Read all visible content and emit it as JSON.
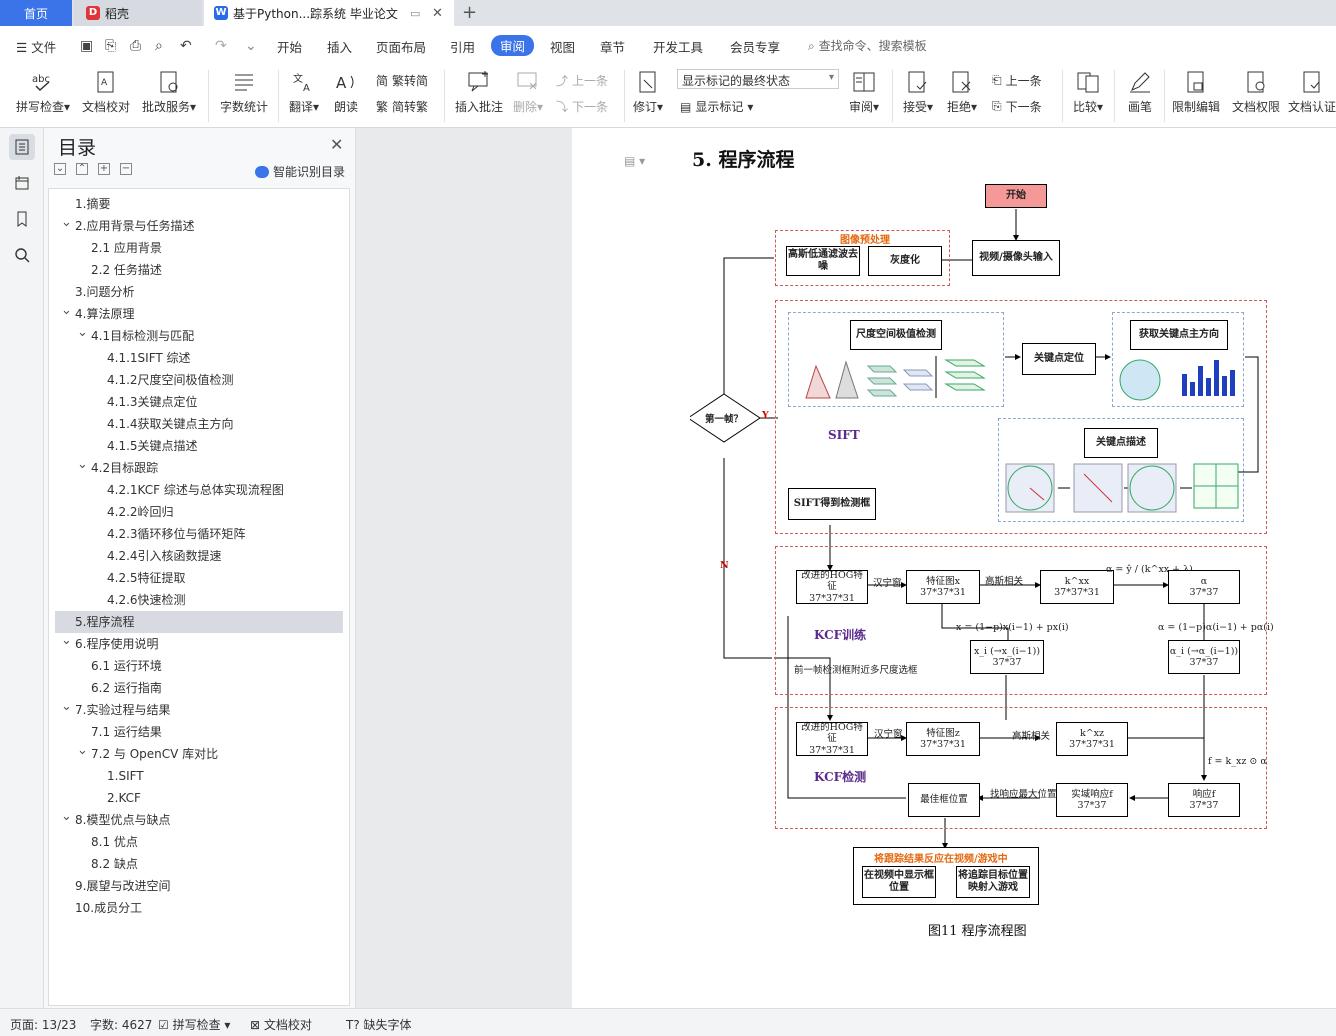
{
  "tabs": {
    "home": "首页",
    "daoke": "稻壳",
    "document": "基于Python...踪系统 毕业论文"
  },
  "menu": {
    "file": "文件",
    "items": [
      "开始",
      "插入",
      "页面布局",
      "引用",
      "审阅",
      "视图",
      "章节",
      "开发工具",
      "会员专享"
    ],
    "active": "审阅",
    "search_placeholder": "查找命令、搜索模板"
  },
  "ribbon": {
    "spellcheck": "拼写检查",
    "doc_proof": "文档校对",
    "batch_service": "批改服务",
    "word_count": "字数统计",
    "translate": "翻译",
    "read_aloud": "朗读",
    "trad": "繁转简",
    "simp": "简转繁",
    "insert_comment": "插入批注",
    "delete": "删除",
    "prev": "上一条",
    "next": "下一条",
    "revise": "修订",
    "markup_state": "显示标记的最终状态",
    "show_markup": "显示标记",
    "review": "审阅",
    "accept": "接受",
    "reject": "拒绝",
    "prev2": "上一条",
    "next2": "下一条",
    "compare": "比较",
    "pen": "画笔",
    "restrict_edit": "限制编辑",
    "doc_rights": "文档权限",
    "doc_auth": "文档认证"
  },
  "toc": {
    "title": "目录",
    "smart": "智能识别目录",
    "selected_index": 19,
    "items": [
      {
        "label": "1.摘要",
        "level": 1,
        "arrow": ""
      },
      {
        "label": "2.应用背景与任务描述",
        "level": 1,
        "arrow": "v"
      },
      {
        "label": "2.1 应用背景",
        "level": 2,
        "arrow": ""
      },
      {
        "label": "2.2 任务描述",
        "level": 2,
        "arrow": ""
      },
      {
        "label": "3.问题分析",
        "level": 1,
        "arrow": ""
      },
      {
        "label": "4.算法原理",
        "level": 1,
        "arrow": "v"
      },
      {
        "label": "4.1目标检测与匹配",
        "level": 2,
        "arrow": "v"
      },
      {
        "label": "4.1.1SIFT 综述",
        "level": 3,
        "arrow": ""
      },
      {
        "label": "4.1.2尺度空间极值检测",
        "level": 3,
        "arrow": ""
      },
      {
        "label": "4.1.3关键点定位",
        "level": 3,
        "arrow": ""
      },
      {
        "label": "4.1.4获取关键点主方向",
        "level": 3,
        "arrow": ""
      },
      {
        "label": "4.1.5关键点描述",
        "level": 3,
        "arrow": ""
      },
      {
        "label": "4.2目标跟踪",
        "level": 2,
        "arrow": "v"
      },
      {
        "label": "4.2.1KCF 综述与总体实现流程图",
        "level": 3,
        "arrow": ""
      },
      {
        "label": "4.2.2岭回归",
        "level": 3,
        "arrow": ""
      },
      {
        "label": "4.2.3循环移位与循环矩阵",
        "level": 3,
        "arrow": ""
      },
      {
        "label": "4.2.4引入核函数提速",
        "level": 3,
        "arrow": ""
      },
      {
        "label": "4.2.5特征提取",
        "level": 3,
        "arrow": ""
      },
      {
        "label": "4.2.6快速检测",
        "level": 3,
        "arrow": ""
      },
      {
        "label": "5.程序流程",
        "level": 1,
        "arrow": ""
      },
      {
        "label": "6.程序使用说明",
        "level": 1,
        "arrow": "v"
      },
      {
        "label": "6.1 运行环境",
        "level": 2,
        "arrow": ""
      },
      {
        "label": "6.2 运行指南",
        "level": 2,
        "arrow": ""
      },
      {
        "label": "7.实验过程与结果",
        "level": 1,
        "arrow": "v"
      },
      {
        "label": "7.1 运行结果",
        "level": 2,
        "arrow": ""
      },
      {
        "label": "7.2 与 OpenCV 库对比",
        "level": 2,
        "arrow": "v"
      },
      {
        "label": "1.SIFT",
        "level": 3,
        "arrow": ""
      },
      {
        "label": "2.KCF",
        "level": 3,
        "arrow": ""
      },
      {
        "label": "8.模型优点与缺点",
        "level": 1,
        "arrow": "v"
      },
      {
        "label": "8.1 优点",
        "level": 2,
        "arrow": ""
      },
      {
        "label": "8.2 缺点",
        "level": 2,
        "arrow": ""
      },
      {
        "label": "9.展望与改进空间",
        "level": 1,
        "arrow": ""
      },
      {
        "label": "10.成员分工",
        "level": 1,
        "arrow": ""
      }
    ]
  },
  "doc": {
    "heading": "5. 程序流程",
    "caption": "图11 程序流程图",
    "flow": {
      "start": "开始",
      "preprocess": "图像预处理",
      "gauss": "高斯低通滤波去噪",
      "gray": "灰度化",
      "video_input": "视频/摄像头输入",
      "first_frame": "第一帧？",
      "yes": "Y",
      "no": "N",
      "scale_space": "尺度空间极值检测",
      "keypoint_locate": "关键点定位",
      "main_dir": "获取关键点主方向",
      "sift_label": "SIFT",
      "kp_desc": "关键点描述",
      "sift_box": "SIFT得到检测框",
      "hog_feat": "改进的HOG特征",
      "dim1": "37*37*31",
      "hanning": "汉宁窗",
      "feat_map": "特征图x",
      "dim2": "37*37*31",
      "gauss_corr": "高斯相关",
      "kxx": "k^xx",
      "dim3": "37*37*31",
      "alpha_formula": "α = ŷ / (k^xx + λ)",
      "alpha": "α",
      "dim4": "37*37",
      "x_update": "x = (1−p)x(i−1) + px(i)",
      "alpha_update": "α = (1−p)α(i−1) + pα(i)",
      "kcf_train": "KCF训练",
      "prev_frame": "前一帧检测框附近多尺度选框",
      "xi": "x_i (→x_(i−1))",
      "dim5": "37*37",
      "ai": "α_i (→α_(i−1))",
      "dim6": "37*37",
      "hog_feat2": "改进的HOG特征",
      "dim7": "37*37*31",
      "hanning2": "汉宁窗",
      "feat_map2": "特征图z",
      "dim8": "37*37*31",
      "gauss_corr2": "高斯相关",
      "kxz": "k^xz",
      "dim9": "37*37*31",
      "kcf_detect": "KCF检测",
      "response_formula": "f = k_xz ⊙ α",
      "best_box": "最佳框位置",
      "find_max": "找响应最大位置",
      "real_resp": "实域响应f",
      "dim10": "37*37",
      "resp": "响应f",
      "dim11": "37*37",
      "output_title": "将跟踪结果反应在视频/游戏中",
      "show_box": "在视频中显示框位置",
      "map_game": "将追踪目标位置映射入游戏"
    }
  },
  "status": {
    "page": "页面: 13/23",
    "words": "字数: 4627",
    "spell": "拼写检查",
    "proof": "文档校对",
    "missing_font": "缺失字体"
  }
}
